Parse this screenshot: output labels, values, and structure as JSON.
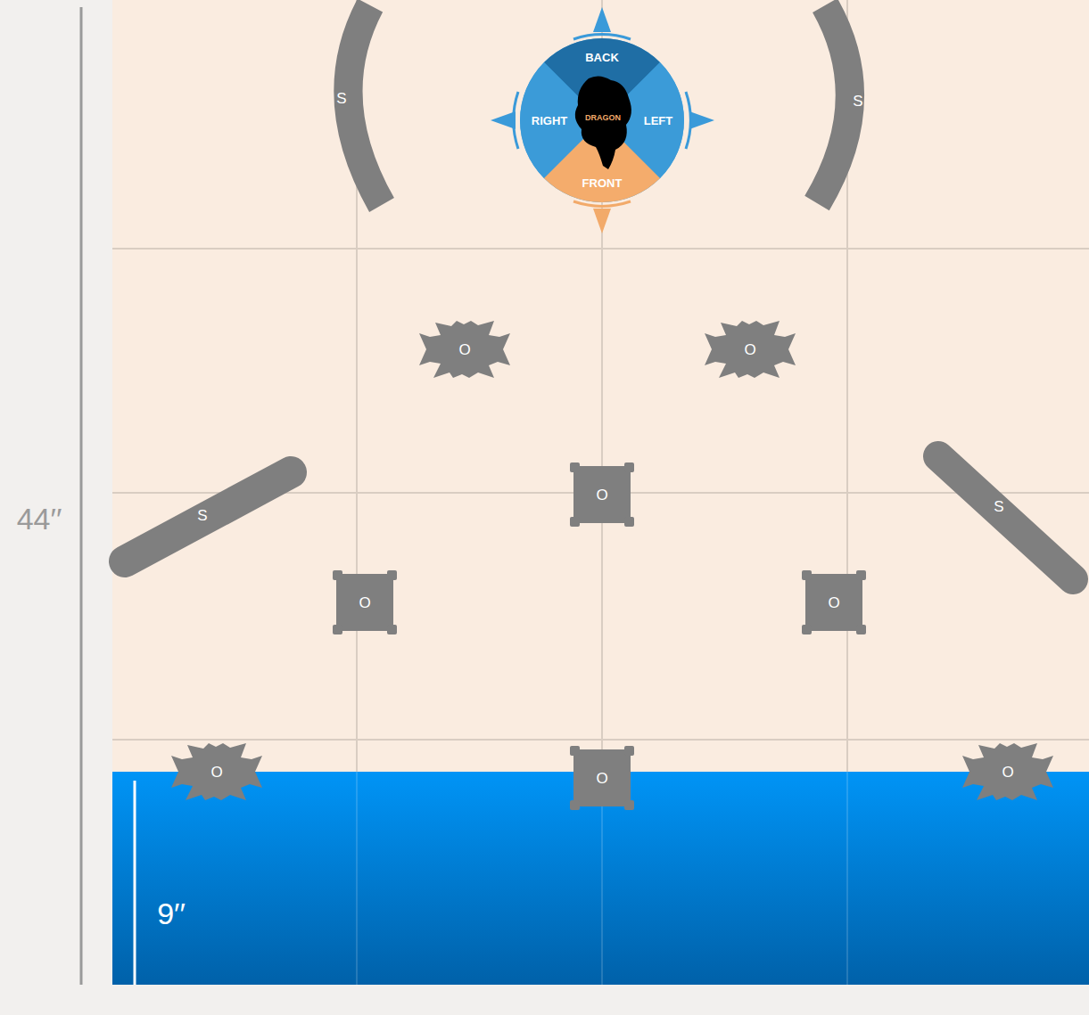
{
  "diagram": {
    "nodes": [
      {
        "text": [
          "S"
        ]
      },
      {
        "text": [
          "DRAGON"
        ]
      },
      {
        "text": [
          "BACK"
        ],
        "in": 1
      },
      {
        "text": [
          "RIGHT"
        ],
        "in": 1
      },
      {
        "text": [
          "LEFT"
        ],
        "in": 1
      },
      {
        "text": [
          "FRONT"
        ],
        "in": 1
      },
      {
        "text": [
          "S"
        ]
      },
      {
        "text": [
          "O"
        ]
      },
      {
        "text": [
          "O"
        ]
      },
      {
        "text": [
          "O"
        ]
      },
      {
        "text": [
          "S"
        ]
      },
      {
        "text": [
          "S"
        ]
      },
      {
        "text": [
          "O"
        ]
      },
      {
        "text": [
          "O"
        ]
      },
      {
        "text": [
          "O"
        ]
      },
      {
        "text": [
          "O"
        ]
      },
      {
        "text": [
          "O"
        ]
      },
      {
        "text": [
          "9′′"
        ]
      }
    ],
    "labels": [
      "44′′"
    ]
  }
}
